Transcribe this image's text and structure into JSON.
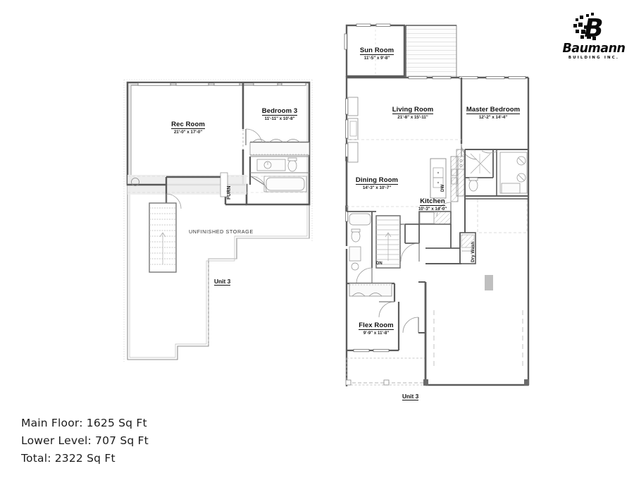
{
  "document": {
    "type": "architectural-floor-plan",
    "unit_tag_lower": "Unit 3",
    "unit_tag_main": "Unit 3"
  },
  "logo": {
    "brand": "Baumann",
    "tagline": "BUILDING INC.",
    "mark_letter": "B"
  },
  "lower_level": {
    "title": "Unit 3",
    "rooms": [
      {
        "name": "Rec Room",
        "dims": "21'-0\" x 17'-0\""
      },
      {
        "name": "Bedroom 3",
        "dims": "11'-11\" x 10'-8\""
      }
    ],
    "annotations": [
      {
        "text": "UNFINISHED STORAGE"
      },
      {
        "text": "FURN"
      }
    ]
  },
  "main_floor": {
    "title": "Unit 3",
    "rooms": [
      {
        "name": "Sun Room",
        "dims": "11'-5\" x 9'-8\""
      },
      {
        "name": "Living Room",
        "dims": "21'-8\" x 15'-11\""
      },
      {
        "name": "Master Bedroom",
        "dims": "12'-2\" x 14'-4\""
      },
      {
        "name": "Dining Room",
        "dims": "14'-3\" x 10'-7\""
      },
      {
        "name": "Kitchen",
        "dims": "10'-3\" x 14'-0\""
      },
      {
        "name": "Flex Room",
        "dims": "9'-9\" x 11'-8\""
      }
    ],
    "annotations": [
      {
        "text": "DW"
      },
      {
        "text": "Dry Wash"
      },
      {
        "text": "DN"
      }
    ]
  },
  "footer": {
    "lines": [
      "Main Floor: 1625 Sq Ft",
      "Lower Level: 707 Sq Ft",
      "Total: 2322 Sq Ft"
    ],
    "main_floor": "Main Floor: 1625 Sq Ft",
    "lower_level": "Lower Level: 707 Sq Ft",
    "total": "Total: 2322 Sq Ft"
  },
  "colors": {
    "wall": "#6b6b6b",
    "wall_dark": "#4a4a4a",
    "thin": "#9a9a9a",
    "fixture": "#8a8a8a",
    "fill": "#ffffff",
    "shade": "#ececec",
    "text": "#111111"
  }
}
